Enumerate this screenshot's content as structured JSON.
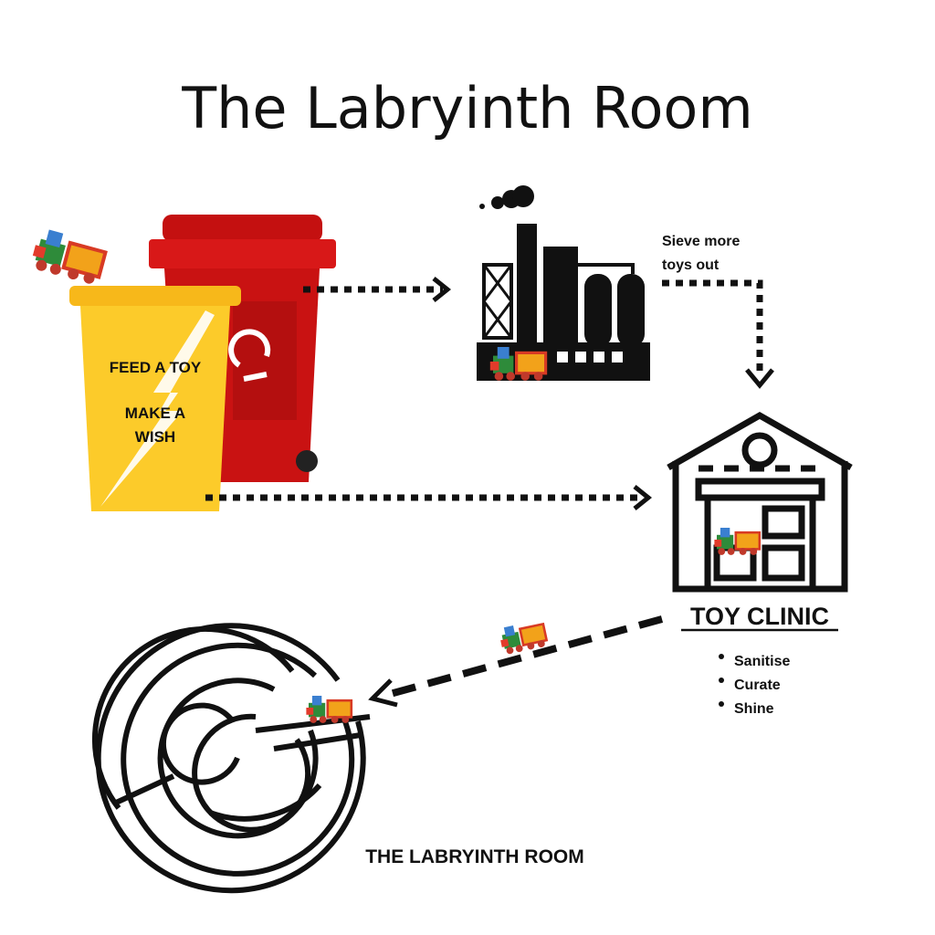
{
  "title": "The Labryinth Room",
  "bin": {
    "line1": "FEED A TOY",
    "line2": "MAKE A",
    "line3": "WISH"
  },
  "factory": {
    "note_line1": "Sieve more",
    "note_line2": "toys out"
  },
  "clinic": {
    "label": "TOY CLINIC",
    "steps": [
      "Sanitise",
      "Curate",
      "Shine"
    ]
  },
  "maze": {
    "label": "THE LABRYINTH ROOM"
  },
  "colors": {
    "yellow_bin": "#fccb2a",
    "red_bin": "#d01414",
    "ink": "#111111"
  },
  "icons": [
    "toy-train-icon",
    "recycle-icon",
    "lightning-icon",
    "factory-icon",
    "warehouse-icon",
    "maze-icon"
  ]
}
